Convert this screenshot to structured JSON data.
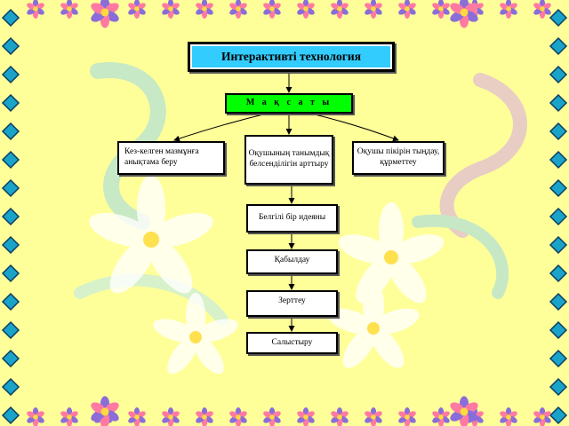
{
  "diagram": {
    "title": "Интерактивті технология",
    "goal_label": "М а қ с а т ы",
    "goals": {
      "left": "Кез-келген мазмұнға анықтама беру",
      "center": "Оқушының танымдық белсенділігін арттыру",
      "right": "Оқушы пікірін тыңдау, құрметтеу"
    },
    "steps": [
      "Белгілі бір идеяны",
      "Қабылдау",
      "Зерттеу",
      "Салыстыру"
    ]
  },
  "colors": {
    "background": "#ffff99",
    "title_fill": "#33ccff",
    "goal_fill": "#00ff00",
    "box_fill": "#ffffff",
    "border_diamond": "#1aa3c8",
    "flower_petal": "#ffffff",
    "flower_center": "#ffd93d"
  },
  "decorations": {
    "border_icons": [
      "diamond-icon",
      "flower-icon"
    ],
    "background_icons": [
      "lily-flower-icon",
      "swirl-icon"
    ]
  }
}
